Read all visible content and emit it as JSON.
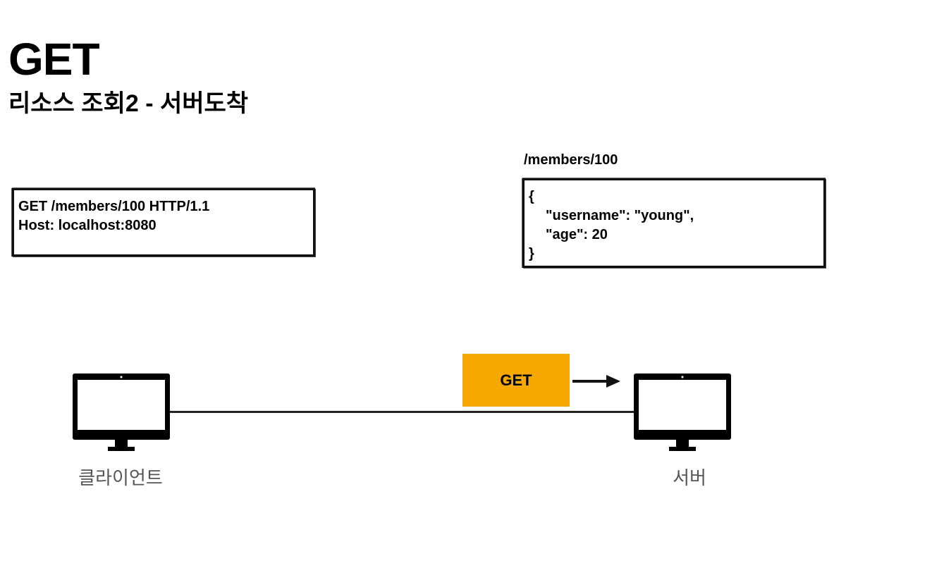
{
  "title": "GET",
  "subtitle": "리소스 조회2 - 서버도착",
  "request": {
    "line1": "GET /members/100 HTTP/1.1",
    "line2": "Host: localhost:8080"
  },
  "resource": {
    "path": "/members/100",
    "line1": "{",
    "line2": "\"username\": \"young\",",
    "line3": "\"age\": 20",
    "line4": "}"
  },
  "method_badge": {
    "label": "GET",
    "color": "#f6a800"
  },
  "client": {
    "label": "클라이언트",
    "icon": "computer-monitor-icon"
  },
  "server": {
    "label": "서버",
    "icon": "computer-monitor-icon"
  }
}
